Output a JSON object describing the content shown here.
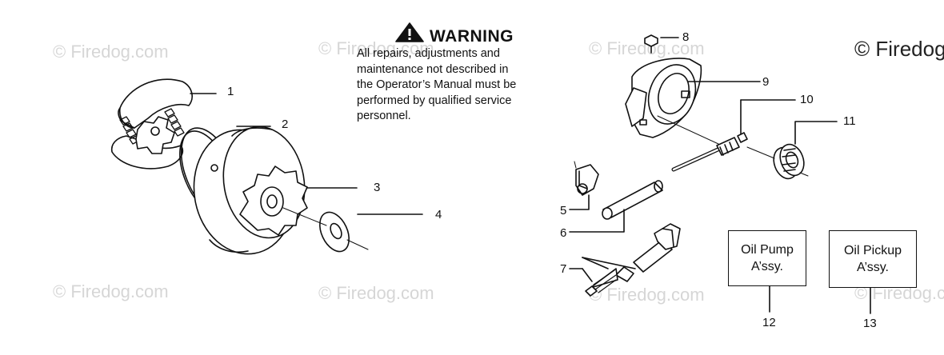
{
  "watermark": "© Firedog.com",
  "watermark_large": "© Firedog",
  "warning": {
    "title": "WARNING",
    "lines": [
      "All repairs, adjustments and",
      "maintenance not described in",
      "the Operator’s Manual must be",
      "performed by qualified service",
      "personnel."
    ]
  },
  "callouts": [
    "1",
    "2",
    "3",
    "4",
    "5",
    "6",
    "7",
    "8",
    "9",
    "10",
    "11",
    "12",
    "13"
  ],
  "boxes": [
    {
      "line1": "Oil Pump",
      "line2": "A’ssy.",
      "callout": "12"
    },
    {
      "line1": "Oil Pickup",
      "line2": "A’ssy.",
      "callout": "13"
    }
  ]
}
